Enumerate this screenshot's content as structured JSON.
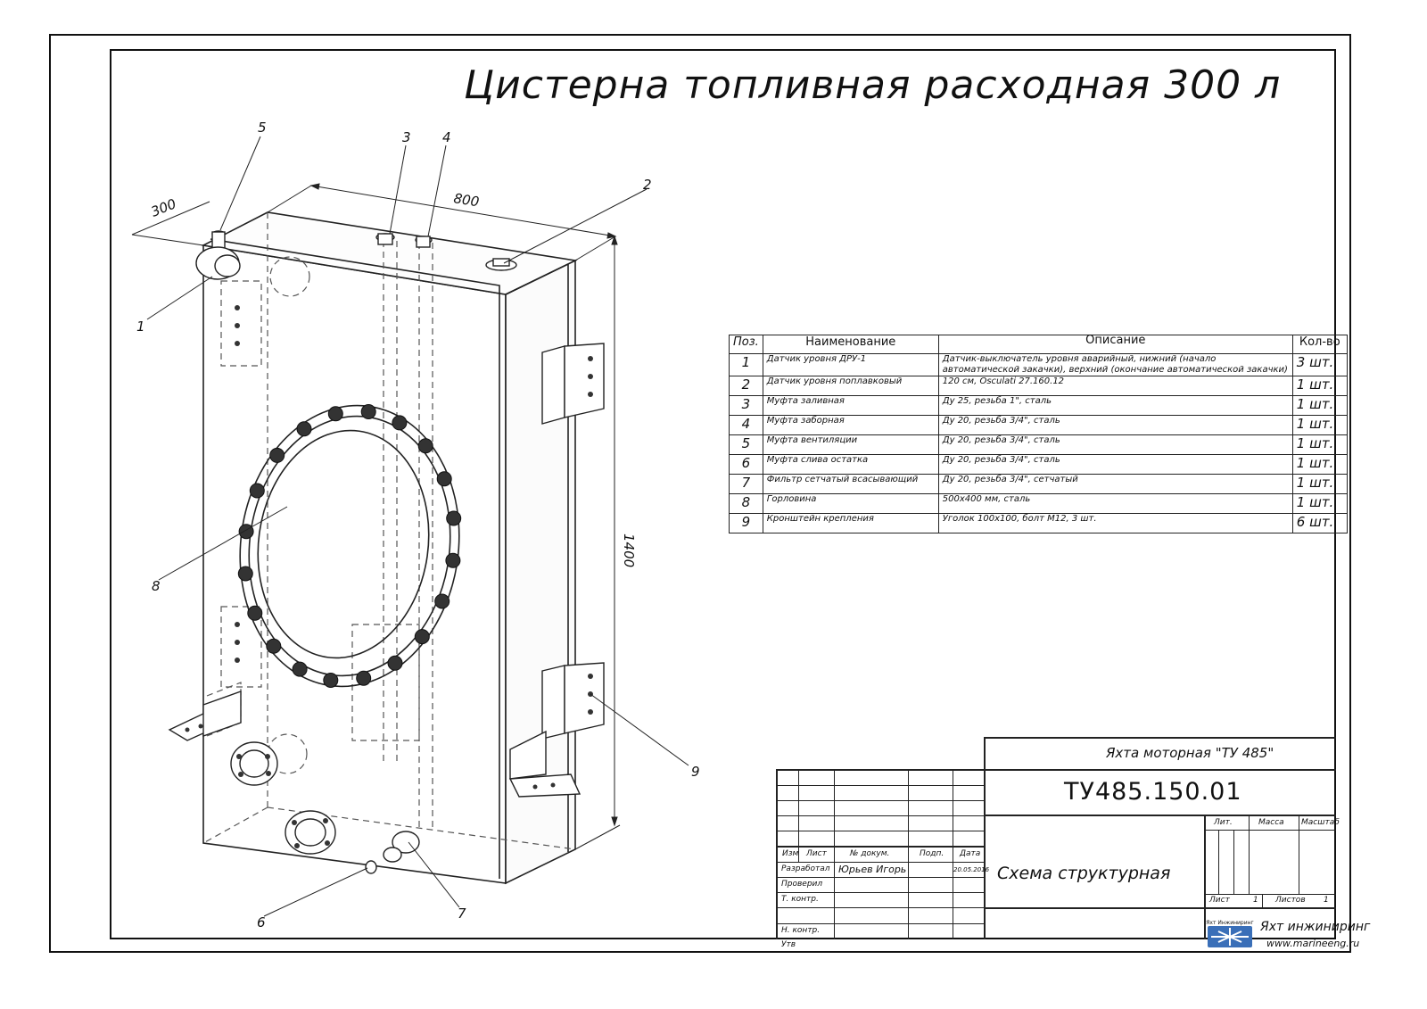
{
  "title": "Цистерна топливная расходная 300 л",
  "dimensions": {
    "width": "300",
    "length": "800",
    "height": "1400"
  },
  "callouts": [
    "1",
    "2",
    "3",
    "4",
    "5",
    "6",
    "7",
    "8",
    "9"
  ],
  "table": {
    "headers": [
      "Поз.",
      "Наименование",
      "Описание",
      "Кол-во"
    ],
    "rows": [
      {
        "pos": "1",
        "name": "Датчик уровня ДРУ-1",
        "desc": "Датчик-выключатель уровня аварийный, нижний (начало автоматической закачки), верхний (окончание автоматической закачки)",
        "qty": "3 шт."
      },
      {
        "pos": "2",
        "name": "Датчик уровня поплавковый",
        "desc": "120 см, Osculati 27.160.12",
        "qty": "1 шт."
      },
      {
        "pos": "3",
        "name": "Муфта заливная",
        "desc": "Ду 25, резьба 1\", сталь",
        "qty": "1 шт."
      },
      {
        "pos": "4",
        "name": "Муфта заборная",
        "desc": "Ду 20, резьба 3/4\", сталь",
        "qty": "1 шт."
      },
      {
        "pos": "5",
        "name": "Муфта вентиляции",
        "desc": "Ду 20, резьба 3/4\", сталь",
        "qty": "1 шт."
      },
      {
        "pos": "6",
        "name": "Муфта слива остатка",
        "desc": "Ду 20, резьба 3/4\", сталь",
        "qty": "1 шт."
      },
      {
        "pos": "7",
        "name": "Фильтр сетчатый всасывающий",
        "desc": "Ду 20, резьба 3/4\", сетчатый",
        "qty": "1 шт."
      },
      {
        "pos": "8",
        "name": "Горловина",
        "desc": "500х400 мм, сталь",
        "qty": "1 шт."
      },
      {
        "pos": "9",
        "name": "Кронштейн крепления",
        "desc": "Уголок 100х100, болт М12, 3 шт.",
        "qty": "6 шт."
      }
    ]
  },
  "titleblock": {
    "project": "Яхта моторная \"ТУ 485\"",
    "doc_code": "ТУ485.150.01",
    "doc_name": "Схема структурная",
    "col_headers": [
      "Изм",
      "Лист",
      "№ докум.",
      "Подп.",
      "Дата"
    ],
    "row_labels": [
      "Разработал",
      "Проверил",
      "Т. контр.",
      "Н. контр.",
      "Утв"
    ],
    "developer": "Юрьев Игорь",
    "date": "20.05.2016",
    "lit_label": "Лит.",
    "mass_label": "Масса",
    "scale_label": "Масштаб",
    "sheet_label": "Лист",
    "sheet_value": "1",
    "sheets_label": "Листов",
    "sheets_value": "1",
    "logo_text": "Яхт Инжиниринг",
    "company": "Яхт инжиниринг",
    "website": "www.marineeng.ru"
  }
}
